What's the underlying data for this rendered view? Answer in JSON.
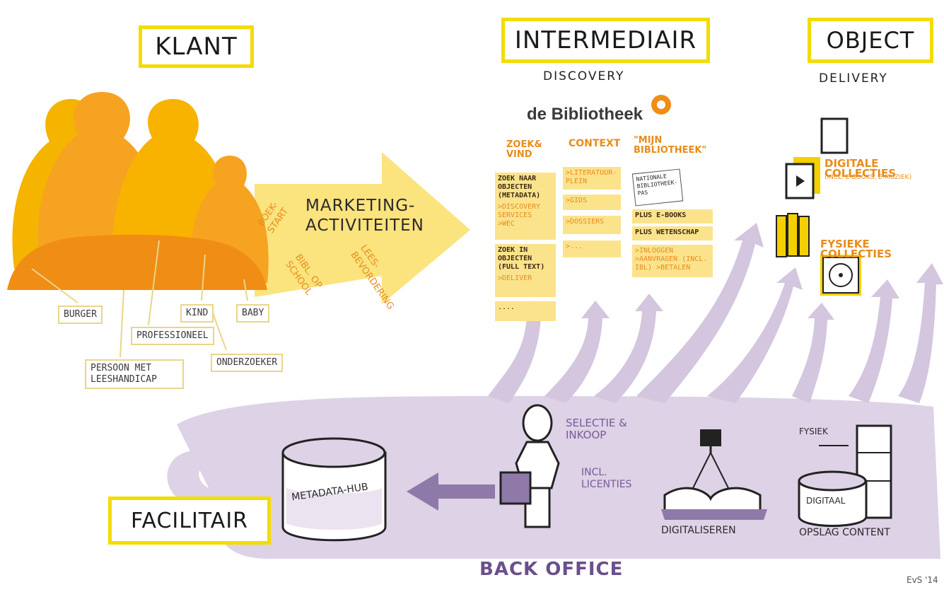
{
  "columns": {
    "klant": "KLANT",
    "intermediair": "INTERMEDIAIR",
    "intermediair_sub": "DISCOVERY",
    "object": "OBJECT",
    "object_sub": "DELIVERY"
  },
  "customers": [
    "BURGER",
    "PROFESSIONEEL",
    "KIND",
    "BABY",
    "PERSOON MET LEESHANDICAP",
    "ONDERZOEKER"
  ],
  "marketing": {
    "title_line1": "MARKETING-",
    "title_line2": "ACTIVITEITEN",
    "boekstart": "BOEK-START",
    "bibl_op_school": "BIBL. OP SCHOOL",
    "leesbevordering": "LEES-BEVORDERING"
  },
  "library": {
    "brand": "de Bibliotheek",
    "col1_head": "ZOEK& VIND",
    "col1_card1": "ZOEK NAAR OBJECTEN (METADATA)",
    "col1_card1_links": ">DISCOVERY SERVICES >WEC",
    "col1_card2": "ZOEK IN OBJECTEN (FULL TEXT)",
    "col1_card2_links": ">DELIVER",
    "col1_card3": "....",
    "col2_head": "CONTEXT",
    "col2_items": [
      ">LITERATUUR-PLEIN",
      ">GIDS",
      ">DOSSIERS",
      ">..."
    ],
    "col3_head": "\"MIJN BIBLIOTHEEK\"",
    "col3_badge": "NATIONALE BIBLIOTHEEK-PAS",
    "col3_items": [
      "PLUS E-BOOKS",
      "PLUS WETENSCHAP"
    ],
    "col3_footer": ">INLOGGEN >AANVRAGEN (INCL. IBL) >BETALEN"
  },
  "object_col": {
    "digital": "DIGITALE COLLECTIES",
    "digital_sub": "(INCL. E-BOOKS, E-MUZIEK)",
    "physical": "FYSIEKE COLLECTIES"
  },
  "backoffice": {
    "facilitair": "FACILITAIR",
    "hub": "METADATA-HUB",
    "selectie": "SELECTIE & INKOOP",
    "licenties": "INCL. LICENTIES",
    "digitaliseren": "DIGITALISEREN",
    "fysiek": "FYSIEK",
    "digitaal": "DIGITAAL",
    "opslag": "OPSLAG CONTENT",
    "title": "BACK OFFICE"
  },
  "signature": "EvS '14",
  "colors": {
    "yellow_frame": "#f3dc00",
    "orange": "#f4a21f",
    "lavender": "#d9cde3",
    "purple_text": "#7a5b99",
    "card": "#fbe38c"
  }
}
